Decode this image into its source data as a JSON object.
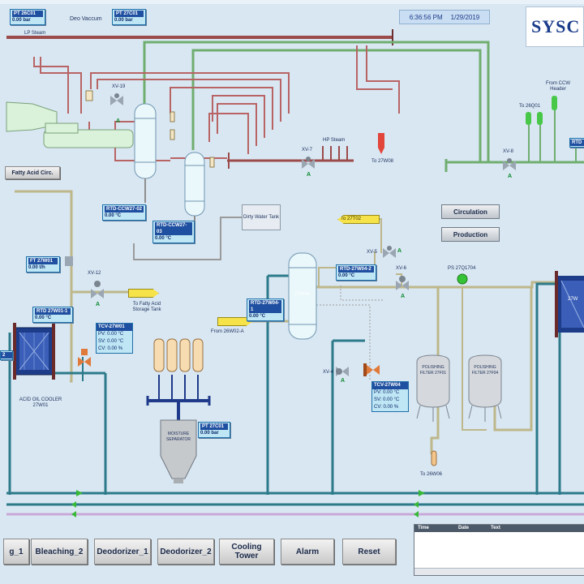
{
  "header": {
    "datetime_time": "6:36:56 PM",
    "datetime_date": "1/29/2019",
    "brand": "SYSC",
    "deo_vaccum_label": "Deo Vaccum",
    "lp_steam_label": "LP Steam"
  },
  "pressure_tags": [
    {
      "tag": "PT 26C01",
      "value": "0.00 bar"
    },
    {
      "tag": "PT 27C01",
      "value": "0.00 bar"
    },
    {
      "tag": "PT 27C01",
      "value": "0.00 bar"
    }
  ],
  "flow_tags": [
    {
      "tag": "FT 27W01",
      "value": "0.00 t/h"
    }
  ],
  "temp_tags": [
    {
      "tag": "RTD-CCW27-02",
      "value": "0.00 °C"
    },
    {
      "tag": "RTD-CCW27-03",
      "value": "0.00 °C"
    },
    {
      "tag": "RTD 27W01-1",
      "value": "0.00 °C"
    },
    {
      "tag": "RTD-27W04-1",
      "value": "0.00 °C"
    },
    {
      "tag": "RTD-27W04-2",
      "value": "0.00 °C"
    }
  ],
  "pid_tags": [
    {
      "tag": "TCV-27W01",
      "pv": "PV: 0.00 °C",
      "sv": "SV: 0.00 °C",
      "cv": "CV: 0.00 %"
    },
    {
      "tag": "TCV-27W04",
      "pv": "PV: 0.00 °C",
      "sv": "SV: 0.00 °C",
      "cv": "CV: 0.00 %"
    }
  ],
  "valves": {
    "xv19": "XV-19",
    "xv7": "XV-7",
    "xv8": "XV-8",
    "xv12": "XV-12",
    "xv5": "XV-5",
    "xv6": "XV-6",
    "xv4": "XV-4",
    "status": "A"
  },
  "labels": {
    "fatty_acid_circ": "Fatty Acid Circ.",
    "hp_steam": "HP Steam",
    "to_27w08": "To 27W08",
    "to_26q01": "To 26Q01",
    "from_ccw_header": "From CCW Header",
    "dirty_water_tank": "Dirty Water Tank",
    "to_fatty_acid_storage": "To Fatty Acid Storage Tank",
    "to_27t02": "To 27T02",
    "from_26w02": "From 26W02-A",
    "acid_oil_cooler": "ACID OIL COOLER 27W01",
    "exchanger_27w04": "27W04",
    "ps_label": "PS 27Q1704",
    "polishing_filter_1": "POLISHING FILTER 27F01",
    "polishing_filter_2": "POLISHING FILTER 27F04",
    "to_26w06": "To 26W06",
    "moisture_separator": "MOISTURE SEPARATOR",
    "exchanger_right": "27W",
    "alt_tag_left": "2",
    "alt_tag_right": "RTD"
  },
  "controls": {
    "circulation": "Circulation",
    "production": "Production"
  },
  "nav": [
    "g_1",
    "Bleaching_2",
    "Deodorizer_1",
    "Deodorizer_2",
    "Cooling Tower",
    "Alarm",
    "Reset"
  ],
  "alarm_table": {
    "columns": [
      "Time",
      "Date",
      "Text"
    ]
  },
  "colors": {
    "background": "#d9e7f3",
    "steam_pipe": "#9c4a4a",
    "water_pipe": "#6fae6f",
    "process_pipe": "#bdb78a",
    "cooling_pipe": "#2c7a8a",
    "valve_status_ok": "#0a8a2a"
  }
}
